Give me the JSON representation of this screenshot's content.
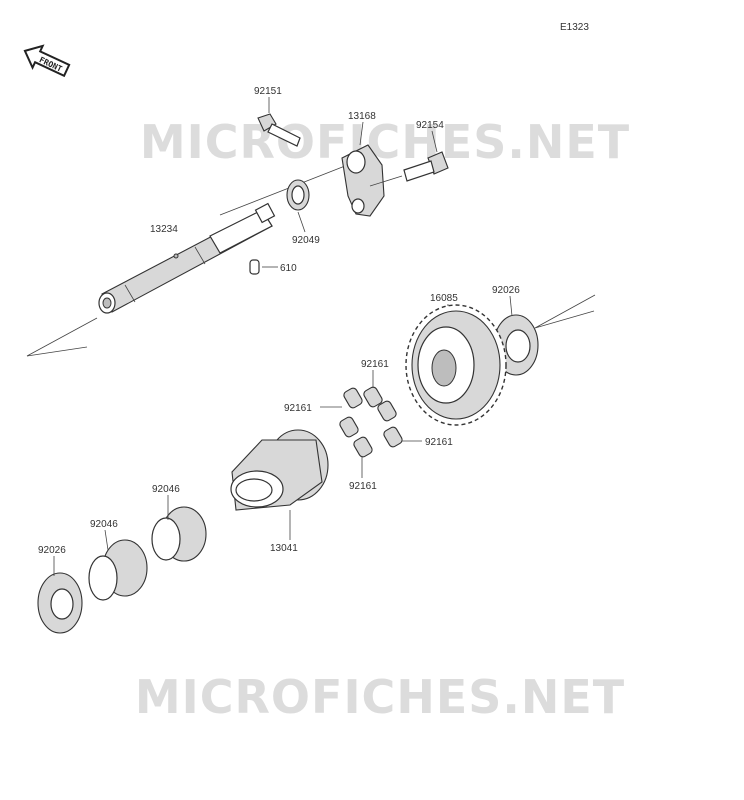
{
  "diagram_code": "E1323",
  "front_label": "FRONT",
  "watermark": "MICROFICHES.NET",
  "parts": {
    "p92151": "92151",
    "p13168": "13168",
    "p92154": "92154",
    "p13234": "13234",
    "p92049": "92049",
    "p610": "610",
    "p16085": "16085",
    "p92026_top": "92026",
    "p92161_a": "92161",
    "p92161_b": "92161",
    "p92161_c": "92161",
    "p92161_d": "92161",
    "p92046_a": "92046",
    "p92046_b": "92046",
    "p92026_bottom": "92026",
    "p13041": "13041"
  }
}
